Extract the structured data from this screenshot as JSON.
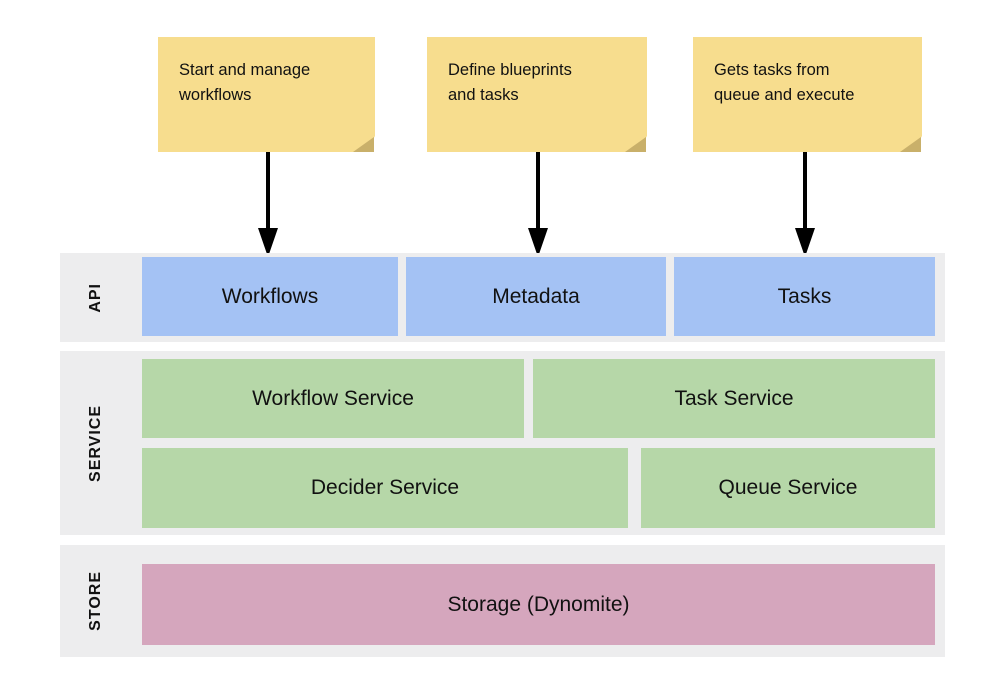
{
  "notes": [
    {
      "text": "Start and manage\nworkflows"
    },
    {
      "text": "Define blueprints\nand tasks"
    },
    {
      "text": "Gets tasks from\nqueue and execute"
    }
  ],
  "layers": [
    {
      "label": "API",
      "boxes": [
        {
          "label": "Workflows"
        },
        {
          "label": "Metadata"
        },
        {
          "label": "Tasks"
        }
      ]
    },
    {
      "label": "SERVICE",
      "boxes": [
        {
          "label": "Workflow Service"
        },
        {
          "label": "Task Service"
        },
        {
          "label": "Decider Service"
        },
        {
          "label": "Queue Service"
        }
      ]
    },
    {
      "label": "STORE",
      "boxes": [
        {
          "label": "Storage (Dynomite)"
        }
      ]
    }
  ],
  "colors": {
    "background": "#FFFFFF",
    "note_fill": "#F7DD8E",
    "note_fold": "#C9B06A",
    "api_box": "#A4C2F4",
    "service_box": "#B6D7A8",
    "store_box": "#D5A6BD",
    "band_bg": "#EDEDee",
    "arrow": "#000000",
    "text": "#111111"
  }
}
